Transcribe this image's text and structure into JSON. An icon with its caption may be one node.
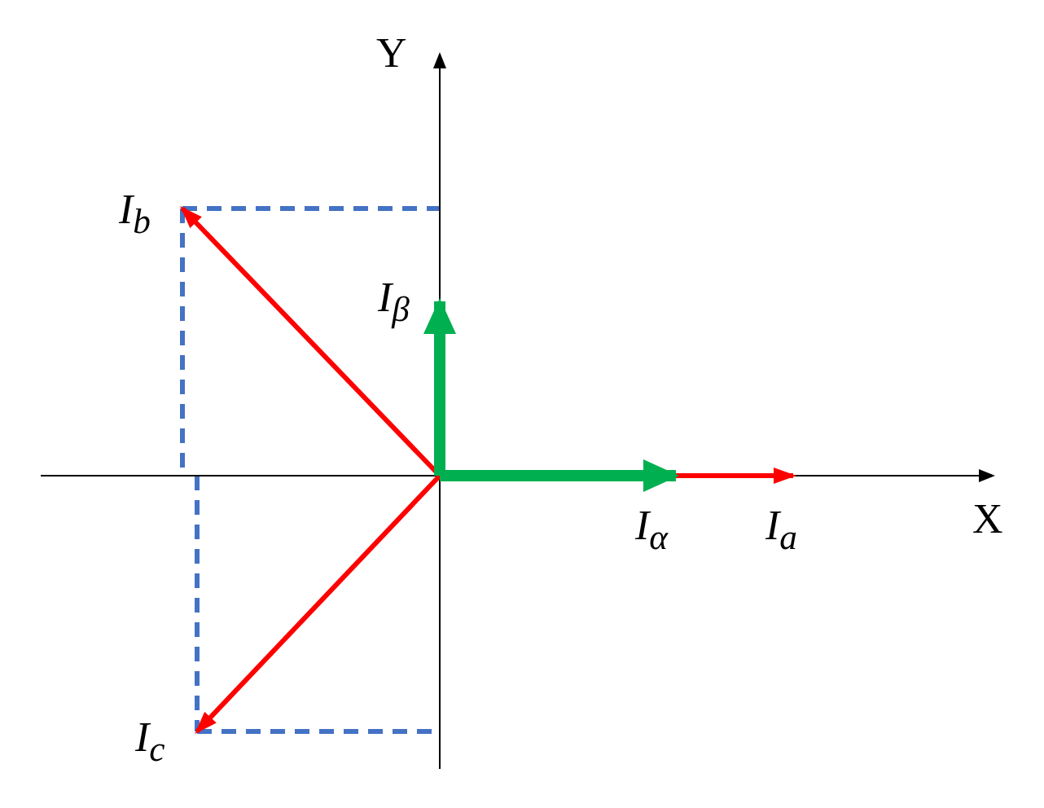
{
  "diagram": {
    "labels": [
      "Y",
      "I$_{b}$",
      "I$_{β}$",
      "I$_{α}$",
      "I$_{a}$",
      "X",
      "I$_{c}$"
    ]
  }
}
